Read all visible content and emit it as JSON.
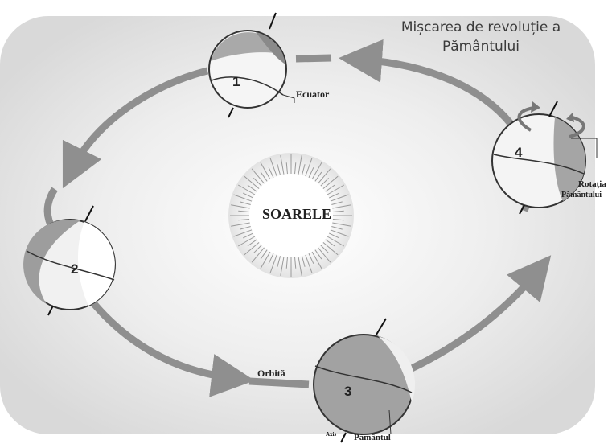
{
  "title": {
    "line1": "Mișcarea de revoluție a",
    "line2": "Pământului"
  },
  "sun": {
    "label": "SOAREL​E"
  },
  "positions": [
    {
      "number": "1"
    },
    {
      "number": "2"
    },
    {
      "number": "3"
    },
    {
      "number": "4"
    }
  ],
  "labels": {
    "equator": "Ecuator",
    "orbit": "Orbită",
    "rotation_line1": "Rotația",
    "rotation_line2": "Pământului",
    "axis": "Axis",
    "earth": "Pământul"
  }
}
